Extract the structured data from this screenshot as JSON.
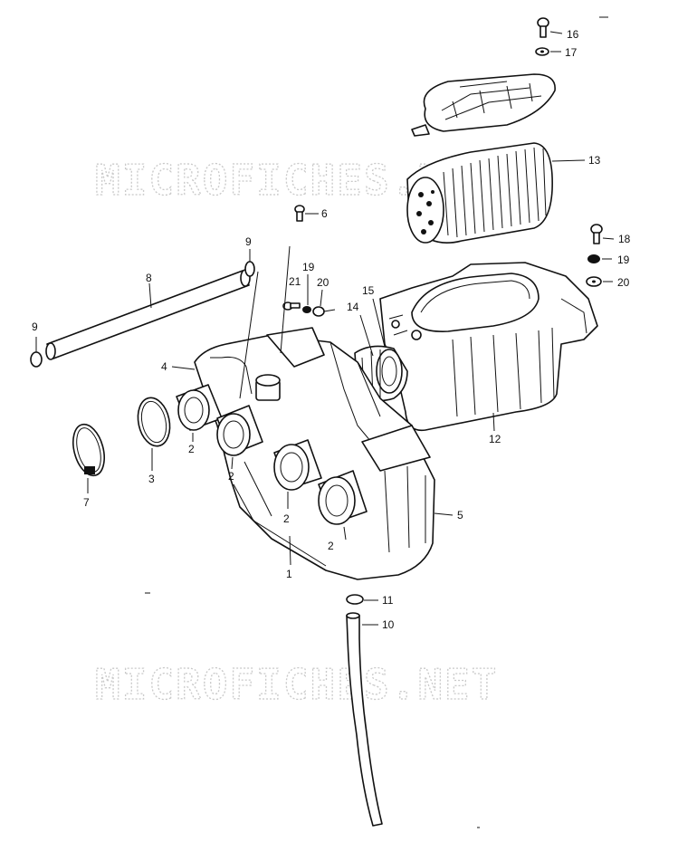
{
  "watermarks": [
    "MICROFICHES.NET",
    "MICROFICHES.NET"
  ],
  "callouts": {
    "c1": "1",
    "c2a": "2",
    "c2b": "2",
    "c2c": "2",
    "c2d": "2",
    "c3": "3",
    "c4": "4",
    "c5": "5",
    "c6": "6",
    "c7": "7",
    "c8": "8",
    "c9a": "9",
    "c9b": "9",
    "c10": "10",
    "c11": "11",
    "c12": "12",
    "c13": "13",
    "c14": "14",
    "c15": "15",
    "c16": "16",
    "c17": "17",
    "c18": "18",
    "c19a": "19",
    "c19b": "19",
    "c20a": "20",
    "c20b": "20",
    "c21": "21"
  }
}
